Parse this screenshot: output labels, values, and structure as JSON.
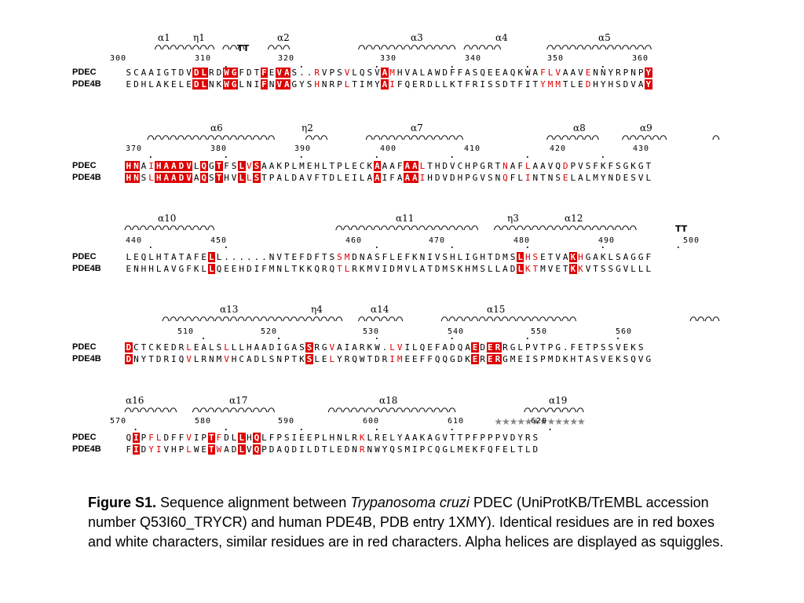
{
  "blocks": [
    {
      "sse": [
        {
          "label": "α1",
          "col": 5
        },
        {
          "label": "η1",
          "col": 9
        },
        {
          "label": "α2",
          "col": 21
        },
        {
          "label": "α3",
          "col": 39
        },
        {
          "label": "α4",
          "col": 49
        },
        {
          "label": "α5",
          "col": 63
        }
      ],
      "marks": [
        {
          "type": "tt",
          "label": "TT",
          "col": 15
        }
      ],
      "numbers": [
        {
          "label": "300",
          "col": -3
        },
        {
          "label": "310",
          "col": 10
        },
        {
          "label": "320",
          "col": 20
        },
        {
          "label": "330",
          "col": 30
        },
        {
          "label": "340",
          "col": 40
        },
        {
          "label": "350",
          "col": 50
        },
        {
          "label": "360",
          "col": 60
        }
      ],
      "rows": [
        {
          "name": "PDEC",
          "seq": "SCAAIGTDVDLRDWGFDTFEVAS..RVPSVLQSVAMHVALAWDFFASQEEAQKWAFLVAAVENNYRPNPY"
        },
        {
          "name": "PDE4B",
          "seq": "EDHLAKELEDLNKWGLNIFNVAGYSHNRPLTIMYAIFQERDLLKTFRISSDTFITYMMTLEDHYHSDVAY"
        }
      ]
    },
    {
      "sse": [
        {
          "label": "α6",
          "col": 12
        },
        {
          "label": "η2",
          "col": 24
        },
        {
          "label": "α7",
          "col": 39
        },
        {
          "label": "α8",
          "col": 60
        },
        {
          "label": "α9",
          "col": 69
        }
      ],
      "marks": [],
      "numbers": [
        {
          "label": "370",
          "col": 0
        },
        {
          "label": "380",
          "col": 10
        },
        {
          "label": "390",
          "col": 20
        },
        {
          "label": "400",
          "col": 30
        },
        {
          "label": "410",
          "col": 40
        },
        {
          "label": "420",
          "col": 50
        },
        {
          "label": "430",
          "col": 60
        }
      ],
      "rows": [
        {
          "name": "PDEC",
          "seq": "HNAIHAADVLQGTFSLVSAAKPLMEHLTPLECKAAAFAALTHDVCHPGRTNAFLAAVQDPVSFKFSGKGT"
        },
        {
          "name": "PDE4B",
          "seq": "HNSLHAADVAQSTHVLLSTPALDAVFTDLEILAAIFAAAIHDVDHPGVSNQFLINTNSELALMYNDESVL"
        }
      ]
    },
    {
      "sse": [
        {
          "label": "α10",
          "col": 5
        },
        {
          "label": "α11",
          "col": 36
        },
        {
          "label": "η3",
          "col": 50
        },
        {
          "label": "α12",
          "col": 58
        }
      ],
      "marks": [
        {
          "type": "tt",
          "label": "TT",
          "col": 72
        }
      ],
      "numbers": [
        {
          "label": "440",
          "col": 0
        },
        {
          "label": "450",
          "col": 10
        },
        {
          "label": "460",
          "col": 30
        },
        {
          "label": "470",
          "col": 40
        },
        {
          "label": "480",
          "col": 50
        },
        {
          "label": "490",
          "col": 60
        },
        {
          "label": "500",
          "col": 70
        }
      ],
      "rows": [
        {
          "name": "PDEC",
          "seq": "LEQLHTATAFELL......NVTEFDFTSSMDNASFLEFKNIVSHLIGHTDMSLHSETVAKHGAKLSAGGF"
        },
        {
          "name": "PDE4B",
          "seq": "ENHHLAVGFKLLQEEHDIFMNLTKKQRQTLRKMVIDMVLATDMSKHMSLLADLKTMVETKKVTSSGVLLL"
        }
      ]
    },
    {
      "sse": [
        {
          "label": "α13",
          "col": 13
        },
        {
          "label": "η4",
          "col": 25
        },
        {
          "label": "α14",
          "col": 33
        },
        {
          "label": "α15",
          "col": 48
        }
      ],
      "marks": [],
      "numbers": [
        {
          "label": "510",
          "col": 7
        },
        {
          "label": "520",
          "col": 17
        },
        {
          "label": "530",
          "col": 30
        },
        {
          "label": "540",
          "col": 40
        },
        {
          "label": "550",
          "col": 50
        },
        {
          "label": "560",
          "col": 62
        }
      ],
      "rows": [
        {
          "name": "PDEC",
          "seq": "DCTCKEDRLEALSLLLHAADIGASSRGVAIARKW.LVILQEFADQAEDERRGLPVTPG.FETPSSVEKS"
        },
        {
          "name": "PDE4B",
          "seq": "DNYTDRIQVLRNMVHCADLSNPTKSLELYRQWTDRIMEEFFQQGDKERERGMEISPMDKHTASVEKSQVG"
        }
      ]
    },
    {
      "sse": [
        {
          "label": "α16",
          "col": 2
        },
        {
          "label": "α17",
          "col": 13
        },
        {
          "label": "α18",
          "col": 34
        },
        {
          "label": "α19",
          "col": 56
        }
      ],
      "marks": [],
      "numbers": [
        {
          "label": "570",
          "col": -2
        },
        {
          "label": "580",
          "col": 10
        },
        {
          "label": "590",
          "col": 20
        },
        {
          "label": "600",
          "col": 30
        },
        {
          "label": "610",
          "col": 40
        },
        {
          "label": "620",
          "col": 53
        }
      ],
      "rows": [
        {
          "name": "PDEC",
          "seq": "QIPFLDFFVIPTFDLLHQLFPSIEEPLHNLRKLRELYAAKAGVTTPFPPPVDYRS"
        },
        {
          "name": "PDE4B",
          "seq": "FIDYIVHPLWETWADLVQPDAQDILDTLEDNRNWYQSMIPCQGLMEKFQFELTLD"
        }
      ]
    }
  ],
  "caption": {
    "label": "Figure S1.",
    "part1": " Sequence alignment between ",
    "species": "Trypanosoma cruzi",
    "part2": " PDEC (UniProtKB/TrEMBL accession number Q53I60_TRYCR) and human PDE4B, PDB entry 1XMY). Identical residues are in red boxes and white characters, similar residues are in red characters. Alpha helices are displayed as squiggles."
  },
  "colors": {
    "identical_box": "#dd0000",
    "identical_text": "#ffffff",
    "similar_text": "#dd0000",
    "stars": "#888888"
  }
}
